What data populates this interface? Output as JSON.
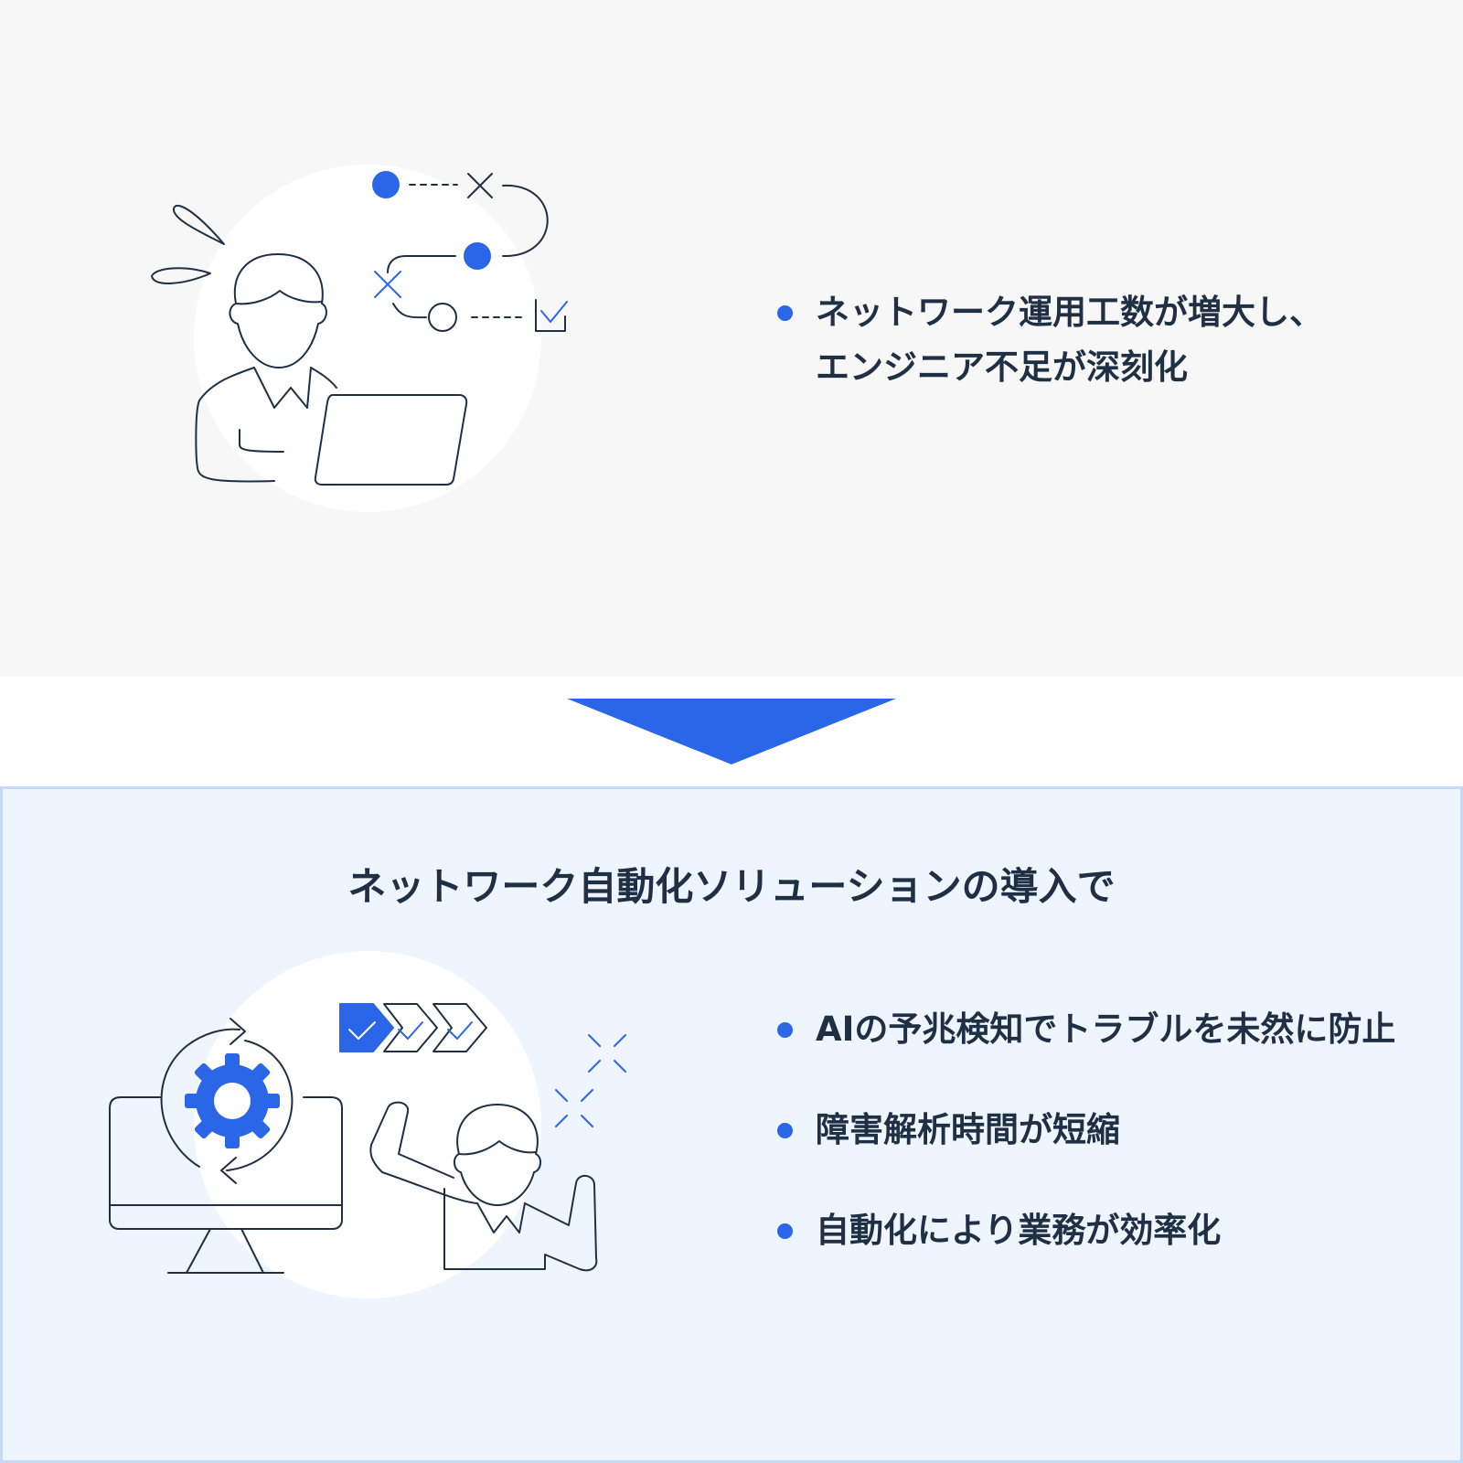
{
  "colors": {
    "accent": "#2c66e8",
    "text": "#1f2f44",
    "top_background": "#f7f7f7",
    "bottom_background": "#eef5fe",
    "bottom_border": "#c7d9f8"
  },
  "problem": {
    "illustration": "stressed-engineer-at-laptop",
    "bullets": [
      {
        "line1": "ネットワーク運用工数が増大し、",
        "line2": "エンジニア不足が深刻化"
      }
    ]
  },
  "transition": {
    "icon": "down-arrow-icon"
  },
  "solution": {
    "title": "ネットワーク自動化ソリューションの導入で",
    "illustration": "happy-engineer-with-automation",
    "bullets": [
      "AIの予兆検知でトラブルを未然に防止",
      "障害解析時間が短縮",
      "自動化により業務が効率化"
    ]
  }
}
